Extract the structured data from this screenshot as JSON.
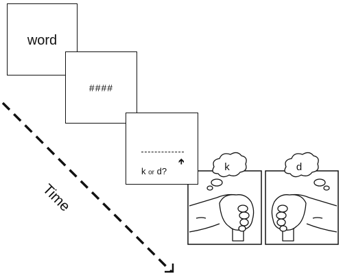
{
  "screens": {
    "word": "word",
    "mask": "####",
    "prompt_k": "k",
    "prompt_or": "or",
    "prompt_d": "d?"
  },
  "axis": {
    "time_label": "Time"
  },
  "responses": {
    "left_thought": "k",
    "right_thought": "d"
  },
  "colors": {
    "line": "#111111",
    "pressed_key": "#3a86c8"
  }
}
